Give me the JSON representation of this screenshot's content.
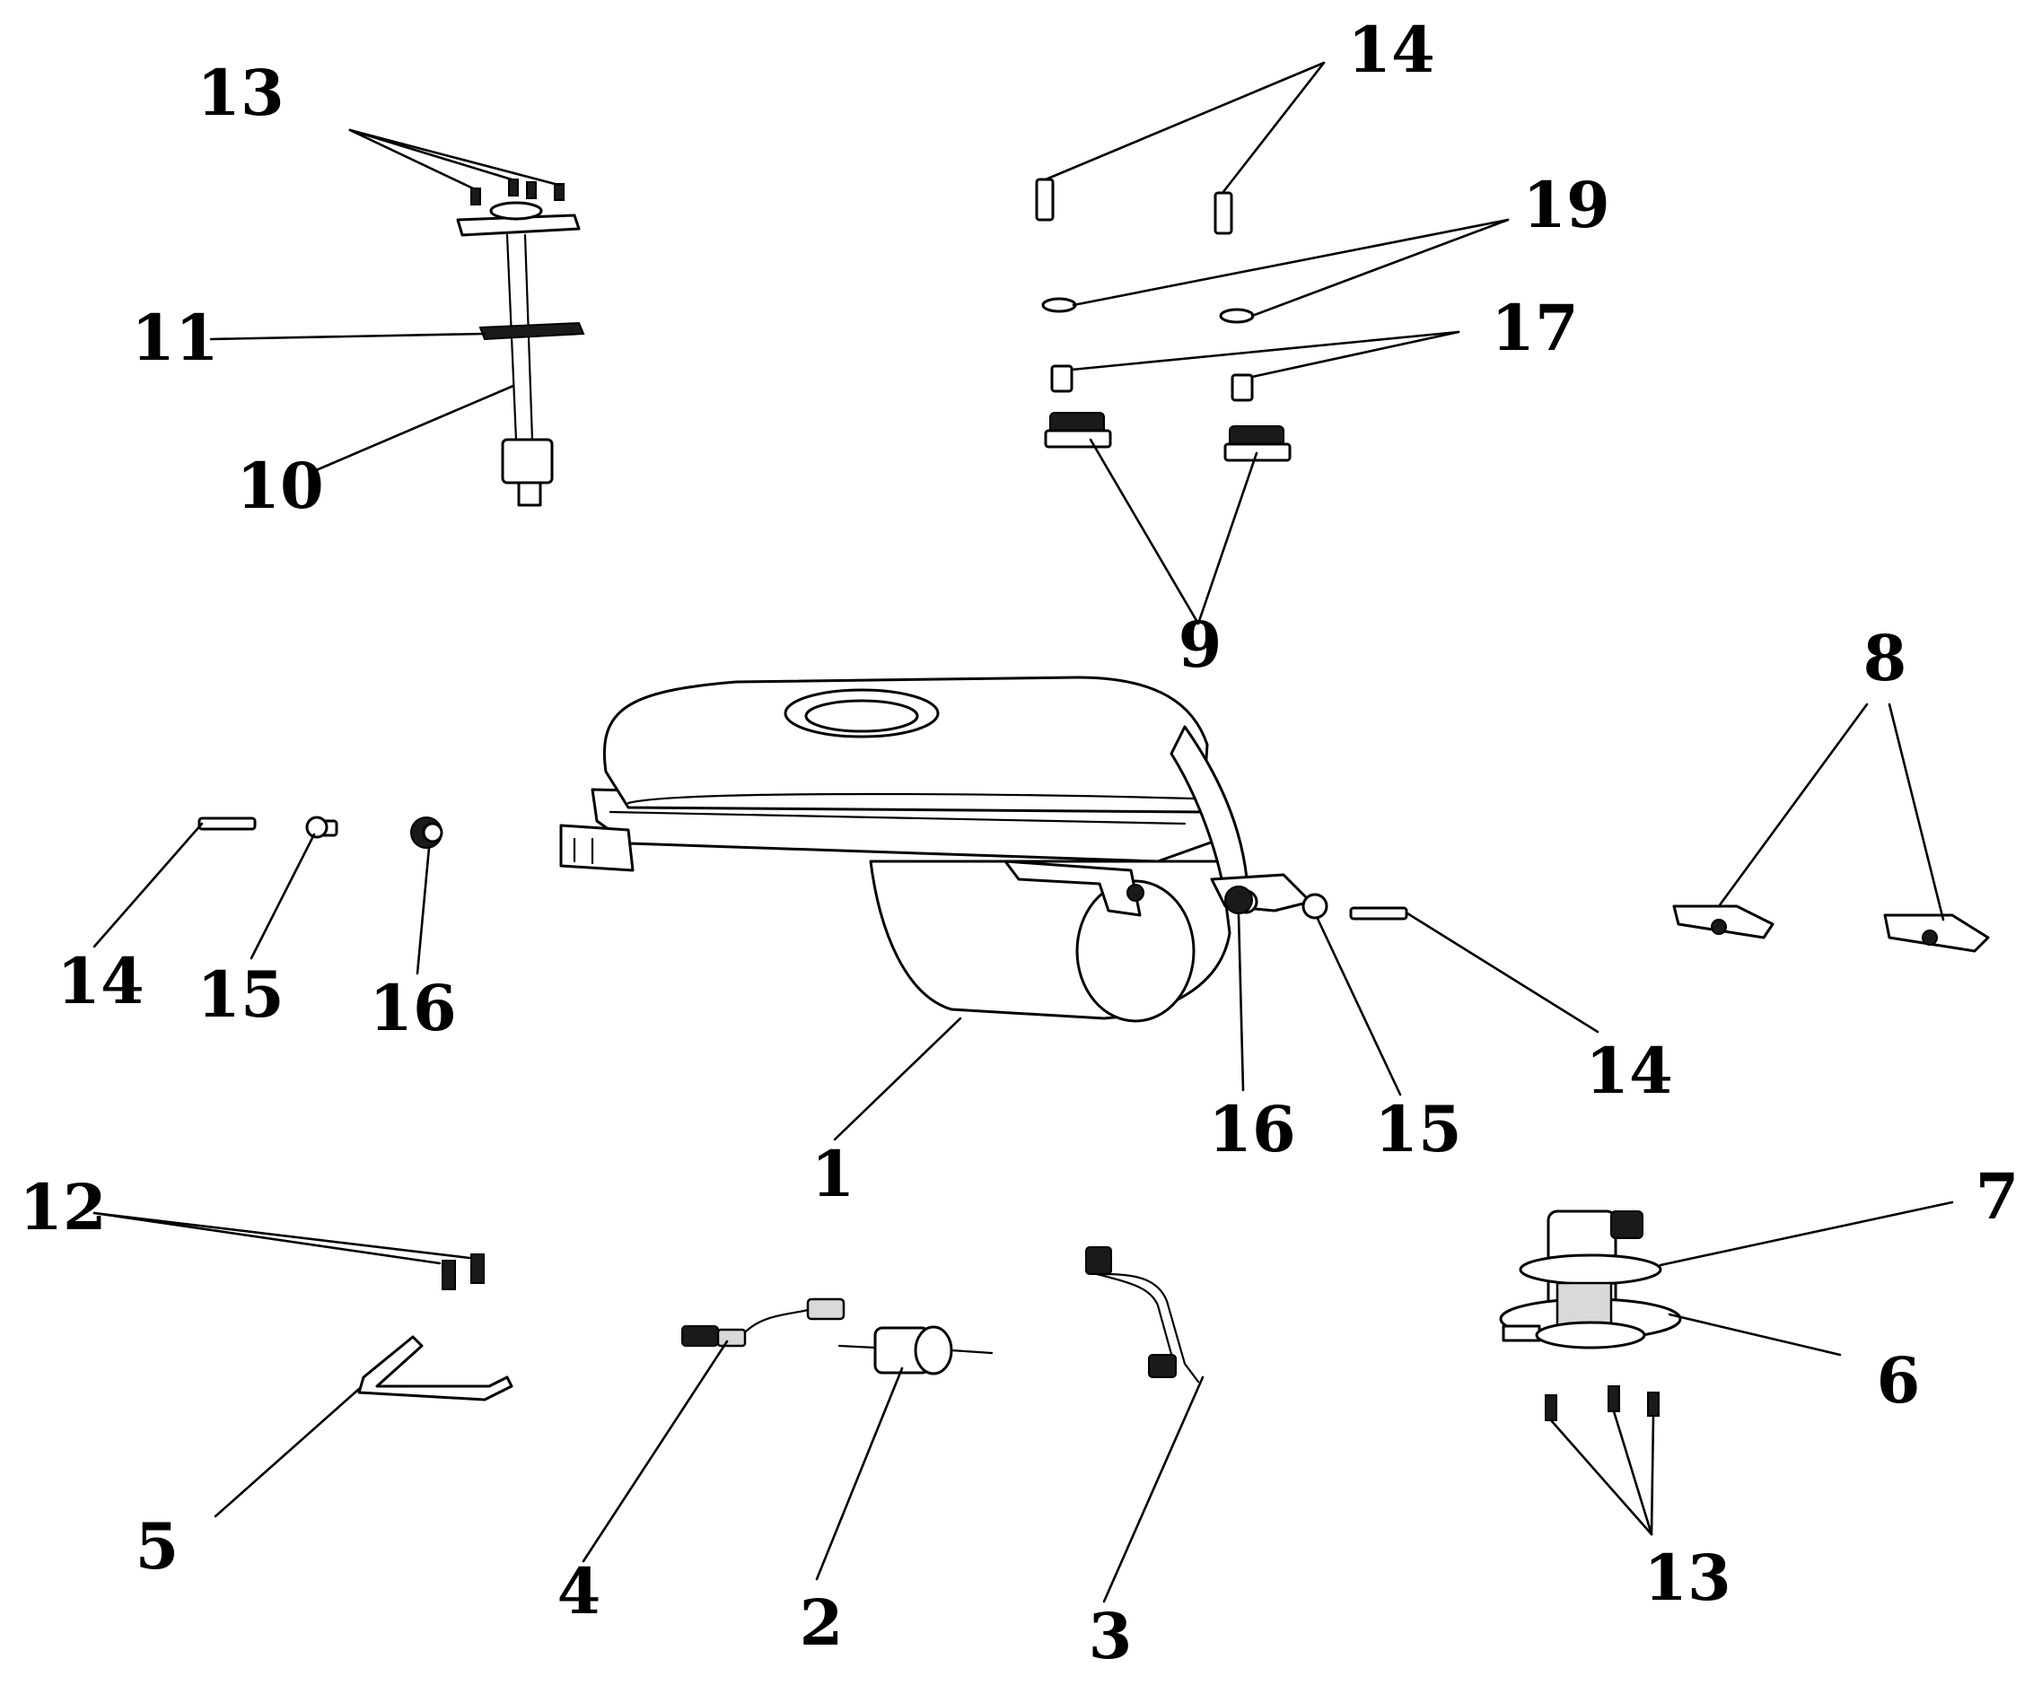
{
  "callouts": {
    "c1": "1",
    "c2": "2",
    "c3": "3",
    "c4": "4",
    "c5": "5",
    "c6": "6",
    "c7": "7",
    "c8": "8",
    "c9": "9",
    "c10": "10",
    "c11": "11",
    "c12": "12",
    "c13_top": "13",
    "c13_bottom": "13",
    "c14_top": "14",
    "c14_left": "14",
    "c14_right": "14",
    "c15_left": "15",
    "c15_right": "15",
    "c16_left": "16",
    "c16_right": "16",
    "c17": "17",
    "c19": "19"
  }
}
